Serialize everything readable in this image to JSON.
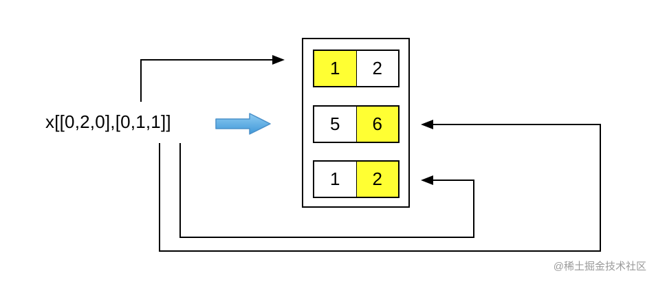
{
  "expression": "x[[0,2,0],[0,1,1]]",
  "rows": [
    {
      "cells": [
        {
          "value": "1",
          "highlighted": true
        },
        {
          "value": "2",
          "highlighted": false
        }
      ]
    },
    {
      "cells": [
        {
          "value": "5",
          "highlighted": false
        },
        {
          "value": "6",
          "highlighted": true
        }
      ]
    },
    {
      "cells": [
        {
          "value": "1",
          "highlighted": false
        },
        {
          "value": "2",
          "highlighted": true
        }
      ]
    }
  ],
  "colors": {
    "highlight": "#ffff33",
    "arrow_fill": "#5aaee6",
    "line": "#000000"
  },
  "watermark": "@稀土掘金技术社区"
}
